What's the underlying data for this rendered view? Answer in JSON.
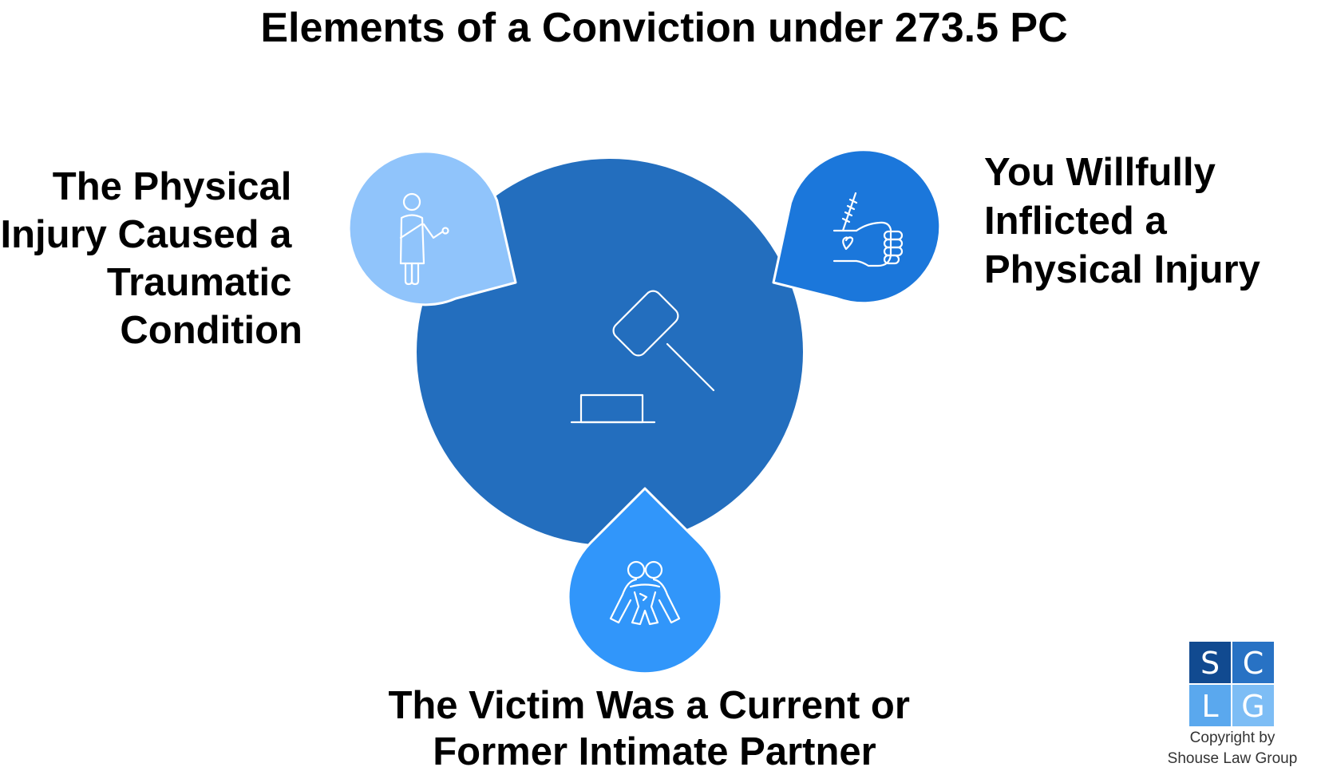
{
  "title": "Elements of a Conviction under 273.5 PC",
  "elements": {
    "left": {
      "lines": [
        "The Physical",
        "Injury Caused a",
        "Traumatic",
        "Condition"
      ],
      "icon": "injured-person-arm-sling-icon",
      "color": "#90C4FB"
    },
    "right": {
      "lines": [
        "You Willfully",
        "Inflicted a",
        "Physical Injury"
      ],
      "icon": "clenched-fist-icon",
      "color": "#1B77DB"
    },
    "bottom": {
      "lines": [
        "The Victim Was a Current or",
        "Former Intimate Partner"
      ],
      "icon": "couple-embracing-icon",
      "color": "#3196FA"
    }
  },
  "center": {
    "icon": "gavel-icon",
    "color": "#236EBE"
  },
  "logo": {
    "letters": [
      "S",
      "C",
      "L",
      "G"
    ],
    "colors": [
      "#114A90",
      "#2872C4",
      "#5AA8EE",
      "#7DBDF5"
    ],
    "copyright_lines": [
      "Copyright by",
      "Shouse Law Group"
    ]
  }
}
